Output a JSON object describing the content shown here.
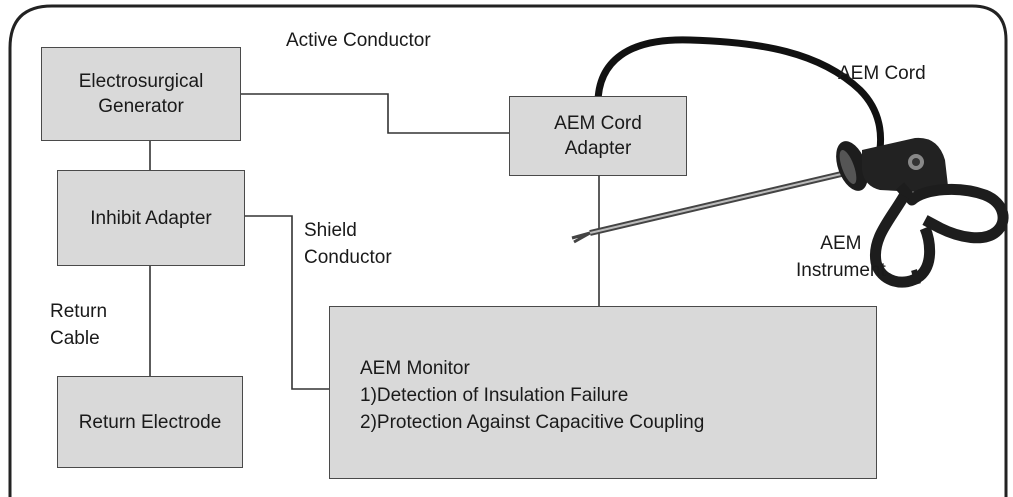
{
  "boxes": {
    "generator": "Electrosurgical\nGenerator",
    "inhibit": "Inhibit Adapter",
    "return_electrode": "Return Electrode",
    "cord_adapter": "AEM Cord\nAdapter",
    "monitor": {
      "title": "AEM Monitor",
      "line1": "1)Detection of Insulation Failure",
      "line2": "2)Protection Against Capacitive Coupling"
    }
  },
  "labels": {
    "active_conductor": "Active Conductor",
    "aem_cord": "AEM Cord",
    "shield_conductor": "Shield\nConductor",
    "aem_instrument": "AEM\nInstrument",
    "return_cable": "Return\nCable"
  },
  "colors": {
    "box_fill": "#d9d9d9",
    "line": "#333333"
  }
}
